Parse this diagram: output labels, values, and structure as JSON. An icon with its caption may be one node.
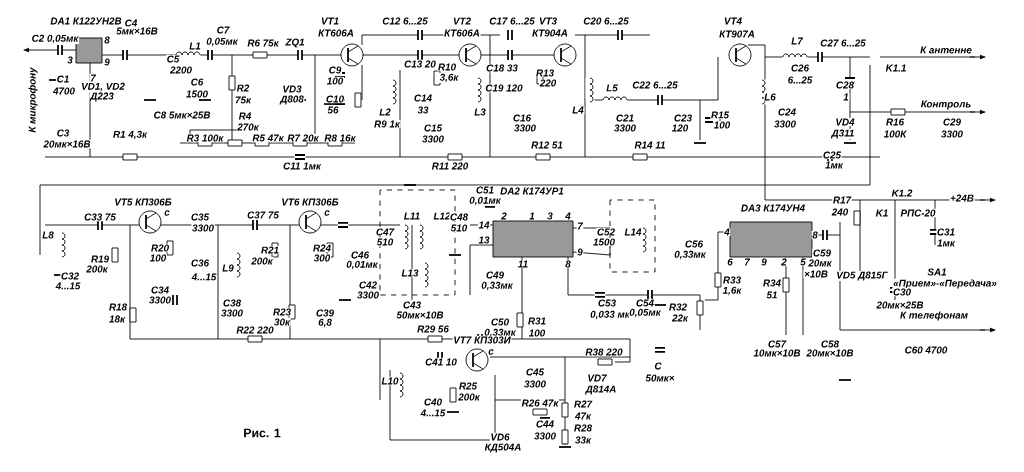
{
  "diagram": {
    "caption": "Рис. 1",
    "labels": [
      "DA1 К122УН2В",
      "C2 0,05мк",
      "3",
      "8",
      "9",
      "7",
      "C4",
      "5мк×16В",
      "C1",
      "4700",
      "К микрофону",
      "VD1, VD2",
      "Д223",
      "C5",
      "2200",
      "L1",
      "C7",
      "0,05мк",
      "C6",
      "1500",
      "R6 75к",
      "ZQ1",
      "R2",
      "75к",
      "VD3",
      "Д808",
      "VT1",
      "КТ606А",
      "C9",
      "100",
      "C10",
      "56",
      "R9 1к",
      "C8 5мк×25В",
      "R4",
      "270к",
      "R3 100к",
      "R5 47к",
      "R7 20к",
      "R8 16к",
      "C3",
      "20мк×16В",
      "R1 4,3к",
      "C11 1мк",
      "C12 6...25",
      "VT2",
      "КТ606А",
      "C13 20",
      "R10",
      "3,6к",
      "L2",
      "C14",
      "33",
      "C15",
      "3300",
      "R11 220",
      "L3",
      "C17 6...25",
      "C18 33",
      "C19 120",
      "VT3",
      "C20 6...25",
      "КТ904А",
      "R13",
      "220",
      "L4",
      "L5",
      "C22 6...25",
      "C16",
      "3300",
      "C21",
      "3300",
      "R12 51",
      "R14 11",
      "C23",
      "120",
      "R15",
      "100",
      "VT4",
      "КТ907А",
      "L6",
      "C24",
      "3300",
      "L7",
      "C27 6...25",
      "C26",
      "6...25",
      "C28",
      "1",
      "K1.1",
      "К антенне",
      "Контроль",
      "VD4",
      "Д311",
      "R16",
      "100К",
      "C29",
      "3300",
      "C25",
      "1мк",
      "L8",
      "C33 75",
      "VT5 КП306Б",
      "с",
      "R19",
      "200к",
      "C32",
      "4...15",
      "R20",
      "100",
      "C35",
      "3300",
      "C36",
      "4...15",
      "L9",
      "C34",
      "3300",
      "C37 75",
      "R21",
      "200к",
      "VT6 КП306Б",
      "с",
      "R24",
      "300",
      "C46",
      "0,01мк",
      "C38",
      "3300",
      "R23",
      "30к",
      "C39",
      "6,8",
      "L11",
      "L12",
      "C48",
      "510",
      "C47",
      "510",
      "L13",
      "C42",
      "3300",
      "C43",
      "50мк×10В",
      "C51",
      "0,01мк",
      "DA2 К174УР1",
      "14",
      "13",
      "2",
      "1",
      "3",
      "4",
      "7",
      "9",
      "11",
      "8",
      "C49",
      "0,33мк",
      "C52",
      "1500",
      "L14",
      "DA3 К174УН4",
      "C56",
      "0,33мк",
      "4",
      "6",
      "7",
      "9",
      "2",
      "5",
      "8",
      "C53",
      "0,033 мк",
      "C54",
      "0,05мк",
      "R32",
      "22к",
      "R33",
      "1,6к",
      "R34",
      "51",
      "C59",
      "20мк",
      "×10В",
      "R17",
      "240",
      "K1",
      "РПС-20",
      "K1.2",
      "+24В",
      "C31",
      "1мк",
      "VD5 Д815Г",
      "SA1",
      "«Прием»-«Передача»",
      "C30",
      "20мк×25В",
      "К телефонам",
      "C57",
      "10мк×10В",
      "C58",
      "20мк×10В",
      "C60 4700",
      "C50",
      "0,33мк",
      "R31",
      "100",
      "R29 56",
      "VT7 КП303И",
      "с",
      "R38 220",
      "C41 10",
      "L10",
      "C40",
      "4...15",
      "R25",
      "200к",
      "C45",
      "3300",
      "R26 47к",
      "R27",
      "47к",
      "C44",
      "R28",
      "VD6",
      "3300",
      "33к",
      "КД504А",
      "VD7",
      "Д814А",
      "С",
      "50мк×",
      "R18",
      "18к",
      "R22 220"
    ]
  }
}
